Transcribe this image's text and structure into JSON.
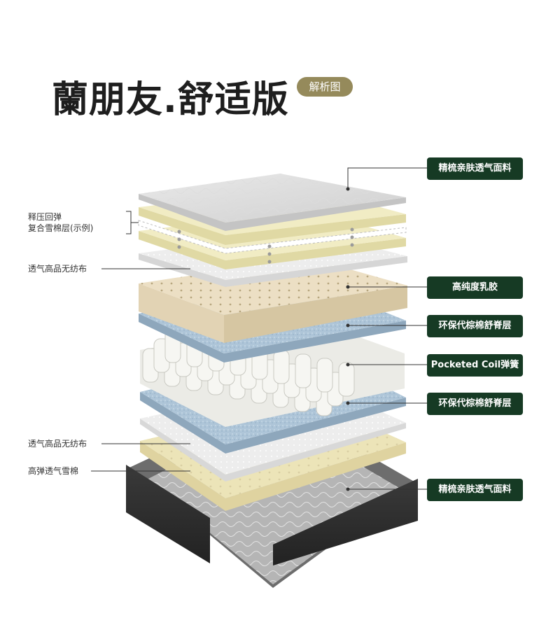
{
  "title": "蘭朋友.舒适版",
  "badge": "解析图",
  "right_labels": [
    "精梳亲肤透气面料",
    "高纯度乳胶",
    "环保代棕棉舒脊层",
    "Pocketed Coil弹簧",
    "环保代棕棉舒脊层",
    "精梳亲肤透气面料"
  ],
  "left_labels": {
    "composite_line1": "释压回弹",
    "composite_line2": "复合雪棉层(示例)",
    "nonwoven_top": "透气高品无纺布",
    "nonwoven_bottom": "透气高品无纺布",
    "foam": "高弹透气雪棉"
  },
  "colors": {
    "tag_bg": "#163a24",
    "badge_bg": "#958a5b",
    "title": "#1e1e1e"
  }
}
